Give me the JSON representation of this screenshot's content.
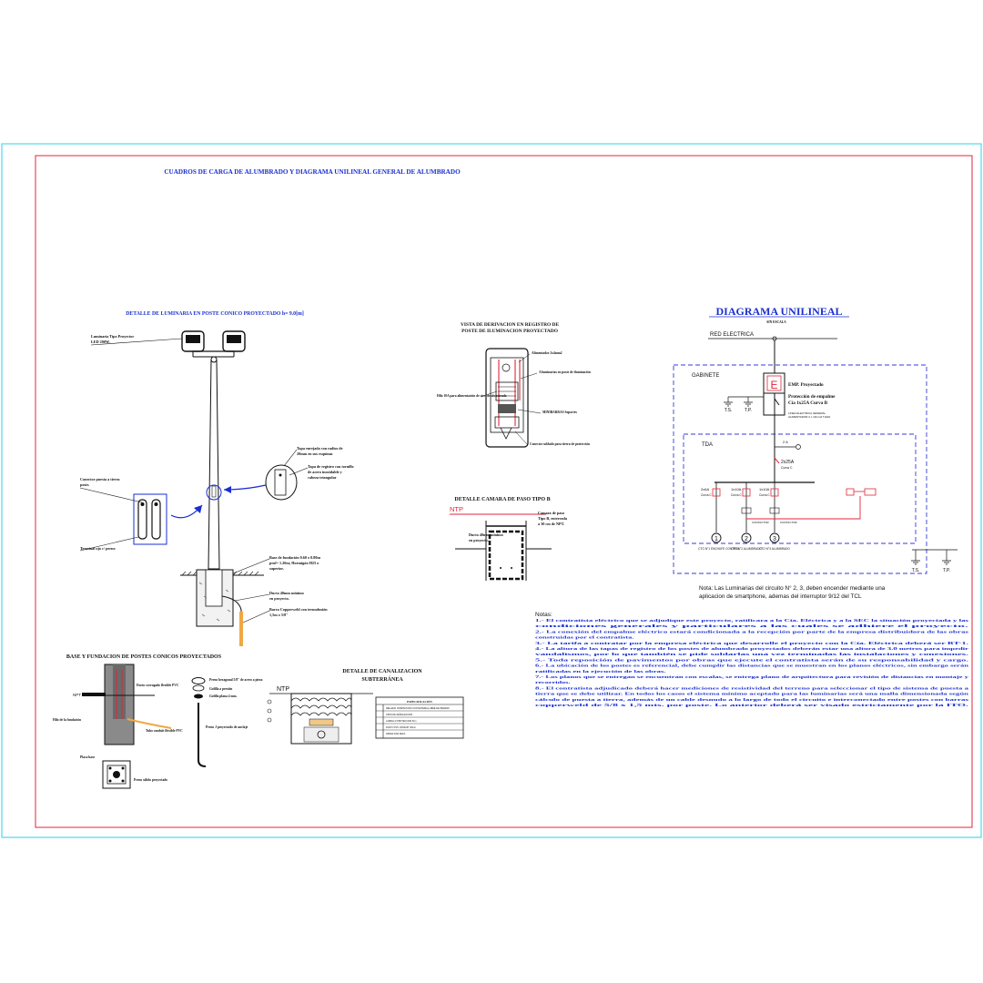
{
  "colors": {
    "frame_outer": "#4dd9e8",
    "frame_inner": "#e0263a",
    "title_blue": "#1a2fd0",
    "ink": "#111111",
    "red": "#e0263a",
    "gabinete_box": "#3a3ad8"
  },
  "sheet": {
    "main_title": "CUADROS DE CARGA DE ALUMBRADO Y DIAGRAMA UNILINEAL GENERAL DE ALUMBRADO"
  },
  "luminaire_detail": {
    "title": "DETALLE DE LUMINARIA EN POSTE CONICO PROYECTADO h= 9.0[m]",
    "lamp_label_1": "Luminaria Tipo Proyector",
    "lamp_label_2": "LED 200W.",
    "cap_label_1": "Tapa enrejada con radios de",
    "cap_label_2": "20mm en sus esquinas",
    "registry_label_1": "Tapa de registro con tornillo",
    "registry_label_2": "de acero inoxidable y",
    "registry_label_3": "cabeza triangular",
    "ground_conn_1": "Conector puesta a tierra",
    "ground_conn_2": "poste.",
    "terminal_label": "Terminal ojo c/ perno",
    "base_label_1": "Base de fundación 0.60 x 0.80m",
    "base_label_2": "prof= 1.20m; Hormigón H25 o",
    "base_label_3": "superior.",
    "duct_label_1": "Ducto 40mm mínimo",
    "duct_label_2": "en proyecto.",
    "bar_label_1": "Barra Copperweld con termofusión",
    "bar_label_2": "1,5m x 5/8\""
  },
  "derivation_view": {
    "title_1": "VISTA DE DERIVACION EN REGISTRO DE",
    "title_2": "POSTE DE ILUMINACION PROYECTADO",
    "label_a": "Alimentador 2x4mm2",
    "label_b": "A luminarias en poste de iluminación",
    "label_c": "Hilo 10A para alimentación de circ. de alumbrado",
    "label_d": "MINIBARRAS Soportes",
    "label_e": "Conector soldado para tierra de protección"
  },
  "chamber_detail": {
    "title": "DETALLE CAMARA DE PASO TIPO B",
    "ntp": "NTP",
    "label_1": "Camara de paso",
    "label_2": "Tipo B, enterrada",
    "label_3": "a 30 cm de NPT.",
    "duct_1": "Ducto 40mm mínimo",
    "duct_2": "en proyecto."
  },
  "foundation_detail": {
    "title": "BASE Y FUNDACION DE POSTES CONICOS PROYECTADOS",
    "npt": "NPT",
    "label_1": "Hilo de la fundación",
    "label_2": "Ducto corrugado flexible PVC",
    "label_3": "Tubo conduit flexible PVC",
    "label_4": "Perno sólido proyectado",
    "label_5": "Placa base",
    "label_6": "Perno hexagonal 5/8\" de acero a pieza",
    "label_7": "Golilla a presión",
    "label_8": "Golilla plana 4 mm.",
    "label_9": "Perno J proyectado de anclaje"
  },
  "canal_detail": {
    "title_1": "DETALLE DE CANALIZACION",
    "title_2": "SUBTERRÁNEA",
    "ntp": "NTP",
    "table_header": "ESPECIFICACIÓN",
    "rows": [
      "RELLENO COMPACTADO CON MATERIAL LIBRE DE PIEDRAS",
      "CINTA DE SEÑALIZACION",
      "LADRILLO PROTECCION 5cm",
      "DUCTO PVC CONDUIT 40mm",
      "ARENA FINA SECA"
    ]
  },
  "unifilar": {
    "title": "DIAGRAMA UNILINEAL",
    "subtitle": "SIN ESCALA",
    "red_electrica": "RED ELECTRICA",
    "gabinete": "GABINETE",
    "emp_1": "EMP. Proyectado",
    "emp_2": "Protección de empalme",
    "emp_3": "Cía 1x25A Curva B",
    "emp_letter": "E",
    "linea_1": "LINEA ELECTRICA GENERAL",
    "linea_2": "ALIMENTADOR 2 x 10mm2 THHN",
    "ts": "T.S.",
    "tp": "T.P.",
    "tda": "TDA",
    "main_breaker": "2x25A",
    "main_breaker_sub": "Curva C",
    "fuse_label": "2 A",
    "breaker_1": "2x6A",
    "breaker_2": "1x10A",
    "breaker_3": "1x10A",
    "breaker_sub": "Curva C",
    "contactor_1": "CONTACTOR",
    "contactor_2": "CONTACTOR",
    "circuit_1": "CTO N°1 ENCHUFE CONTROL",
    "circuit_2": "CTO N°2 ALUMBRADO",
    "circuit_3": "CTO N°3 ALUMBRADO",
    "node_1": "1",
    "node_2": "2",
    "node_3": "3",
    "ts2": "T.S.",
    "tp2": "T.P.",
    "note_1": "Nota: Las Luminarias del circuito N° 2, 3, deben encender mediante una",
    "note_2": "aplicacion de smartphone, ademas del interruptor 9/12  del TCL"
  },
  "notes": {
    "heading": "Notas:",
    "lines": [
      "1.- El contratista eléctrico que se adjudique este proyecto, ratificara a la Cía. Eléctrica y a la SEC la situación proyectada y las",
      "condiciones generales y particulares a las cuales se adhiere el proyecto.",
      "2.- La conexión del empalme eléctrico estará condicionada a la recepción por parte de la empresa distribuidora de las obras",
      "construidas por el contratista.",
      "3.- La tarifa a contratar por la empresa eléctrica que desarrolle el proyecto con la Cía. Eléctrica deberá ser BT-1.",
      "4.- La altura de las tapas de registro de los postes de alumbrado proyectados deberán estar una altura de 3.0 metros para impedir",
      "vandalismos, por lo que también se pide soldarlas una vez terminadas las instalaciones y conexiones.",
      "5.- Toda reposición de pavimentos por obras que ejecute el contratista serán de su responsabilidad y cargo.",
      "6.- La ubicación de los postes es referencial, debe cumplir las distancias que se muestran en los planos eléctricos, sin embargo serán",
      "ratificadas en la ejecución de las obras.",
      "7.- Los planos que se entregan se encuentran con escalas, se entrega plano de arquitectura para revisión de distancias en montaje y",
      "recorridos.",
      "8.- El contratista adjudicado deberá hacer mediciones de resistividad del terreno para seleccionar el tipo de sistema de puesta a",
      "tierra que se debe utilizar. En todos los casos el sistema mínimo aceptado para las luminarias será una malla dimensionada según",
      "cálculo de puesta a tierra, además de un cable desnudo a lo largo de todo el circuito e interconectado entre postes con barras",
      "copperweld de 5/8 x 1,5 mts. por poste. Lo anterior deberá ser visado estrictamente por la ITO."
    ]
  }
}
